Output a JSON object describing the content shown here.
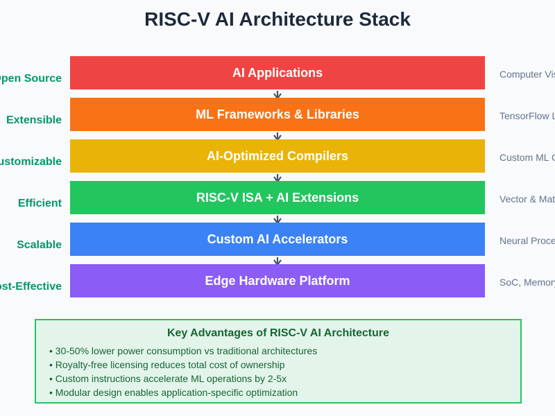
{
  "title": "RISC-V AI Architecture Stack",
  "layers": [
    {
      "label": "AI Applications",
      "color": "#ef4444",
      "left_label": "Open Source",
      "right_label": "Computer Vis"
    },
    {
      "label": "ML Frameworks & Libraries",
      "color": "#f97316",
      "left_label": "Extensible",
      "right_label": "TensorFlow L"
    },
    {
      "label": "AI-Optimized Compilers",
      "color": "#eab308",
      "left_label": "Customizable",
      "right_label": "Custom ML C"
    },
    {
      "label": "RISC-V ISA + AI Extensions",
      "color": "#22c55e",
      "left_label": "Efficient",
      "right_label": "Vector & Mat"
    },
    {
      "label": "Custom AI Accelerators",
      "color": "#3b82f6",
      "left_label": "Scalable",
      "right_label": "Neural Proce"
    },
    {
      "label": "Edge Hardware Platform",
      "color": "#8b5cf6",
      "left_label": "Cost-Effective",
      "right_label": "SoC, Memory"
    }
  ],
  "advantages": {
    "title": "Key Advantages of RISC-V AI Architecture",
    "items": [
      "• 30-50% lower power consumption vs traditional architectures",
      "• Royalty-free licensing reduces total cost of ownership",
      "• Custom instructions accelerate ML operations by 2-5x",
      "• Modular design enables application-specific optimization"
    ]
  }
}
